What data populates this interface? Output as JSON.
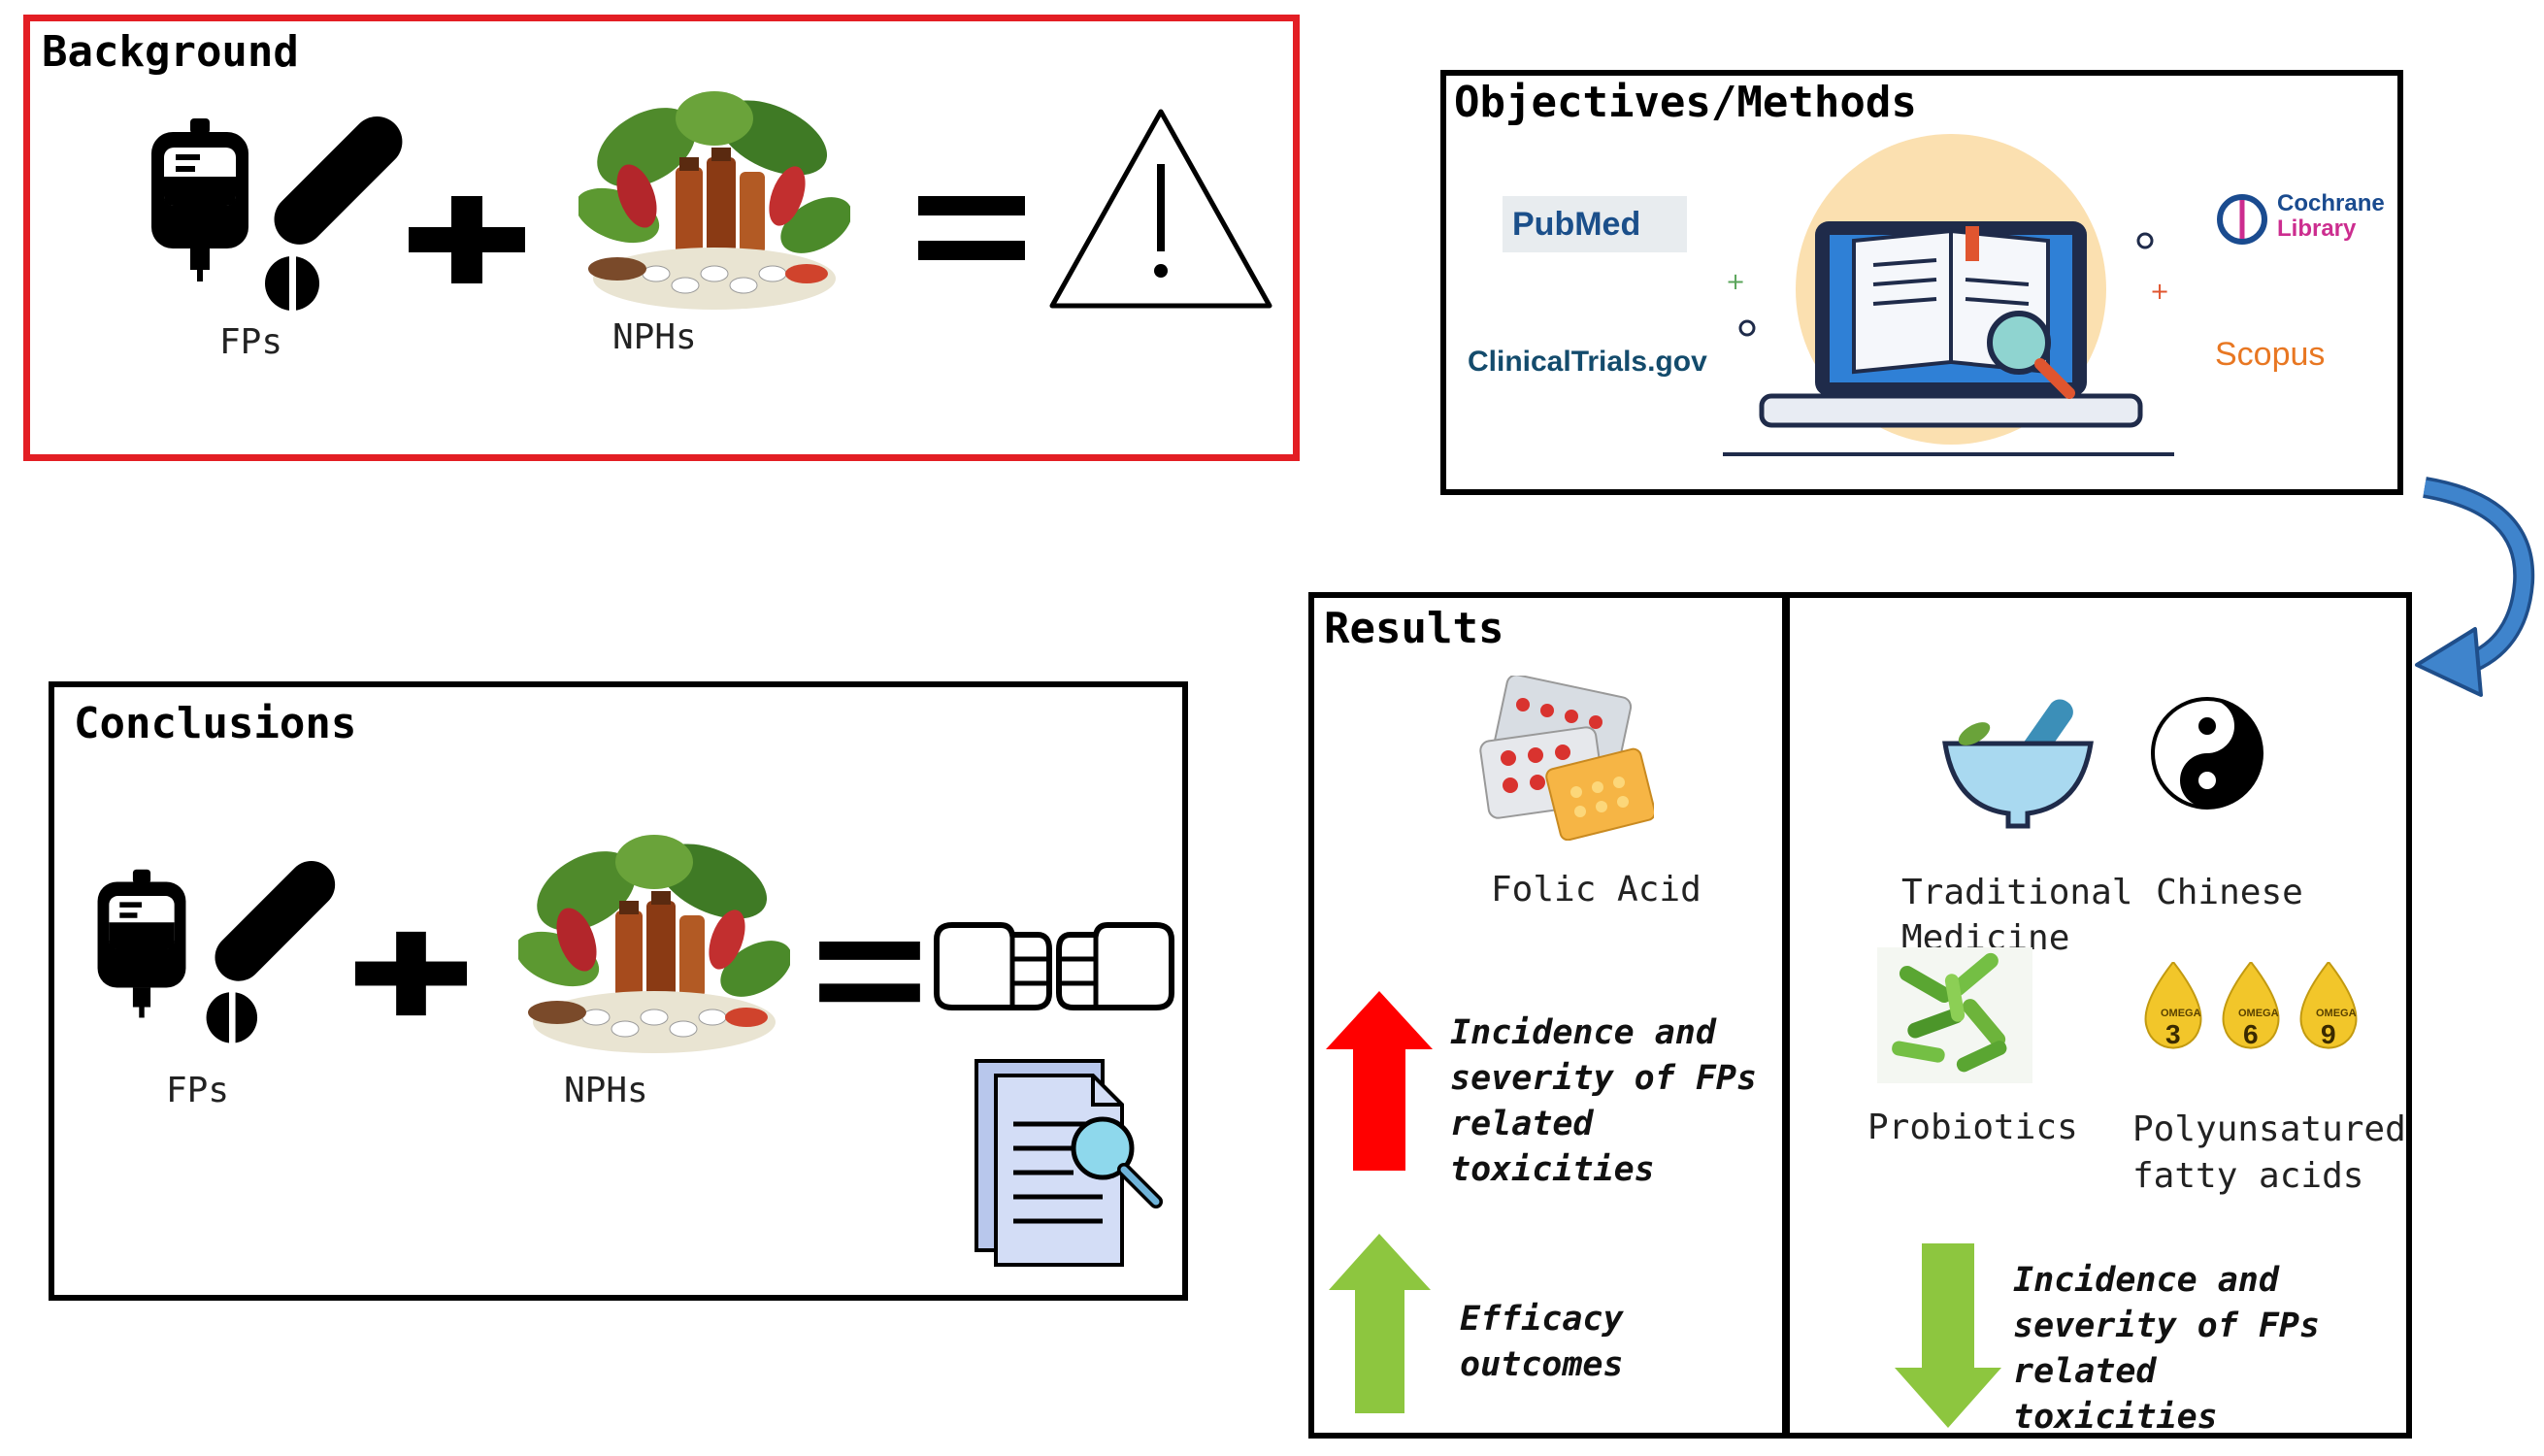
{
  "background": {
    "title": "Background",
    "fps_label": "FPs",
    "nphs_label": "NPHs"
  },
  "objectives": {
    "title": "Objectives/Methods",
    "sources": {
      "pubmed": "PubMed",
      "cochrane_1": "Cochrane",
      "cochrane_2": "Library",
      "clinicaltrials": "ClinicalTrials.gov",
      "scopus": "Scopus"
    }
  },
  "results": {
    "title": "Results",
    "folic_acid": "Folic Acid",
    "tcm": "Traditional Chinese Medicine",
    "probiotics": "Probiotics",
    "pufa": "Polyunsatured fatty acids",
    "increase_tox": "Incidence and severity of FPs related toxicities",
    "efficacy": "Efficacy outcomes",
    "decrease_tox": "Incidence and severity of FPs related toxicities",
    "omega": [
      "3",
      "6",
      "9"
    ],
    "omega_word": "OMEGA"
  },
  "conclusions": {
    "title": "Conclusions",
    "fps_label": "FPs",
    "nphs_label": "NPHs"
  },
  "colors": {
    "background_border": "#e31e24",
    "red_arrow": "#ff0000",
    "green_arrow": "#8dc63f",
    "blue_arrow": "#2f6fb5"
  }
}
